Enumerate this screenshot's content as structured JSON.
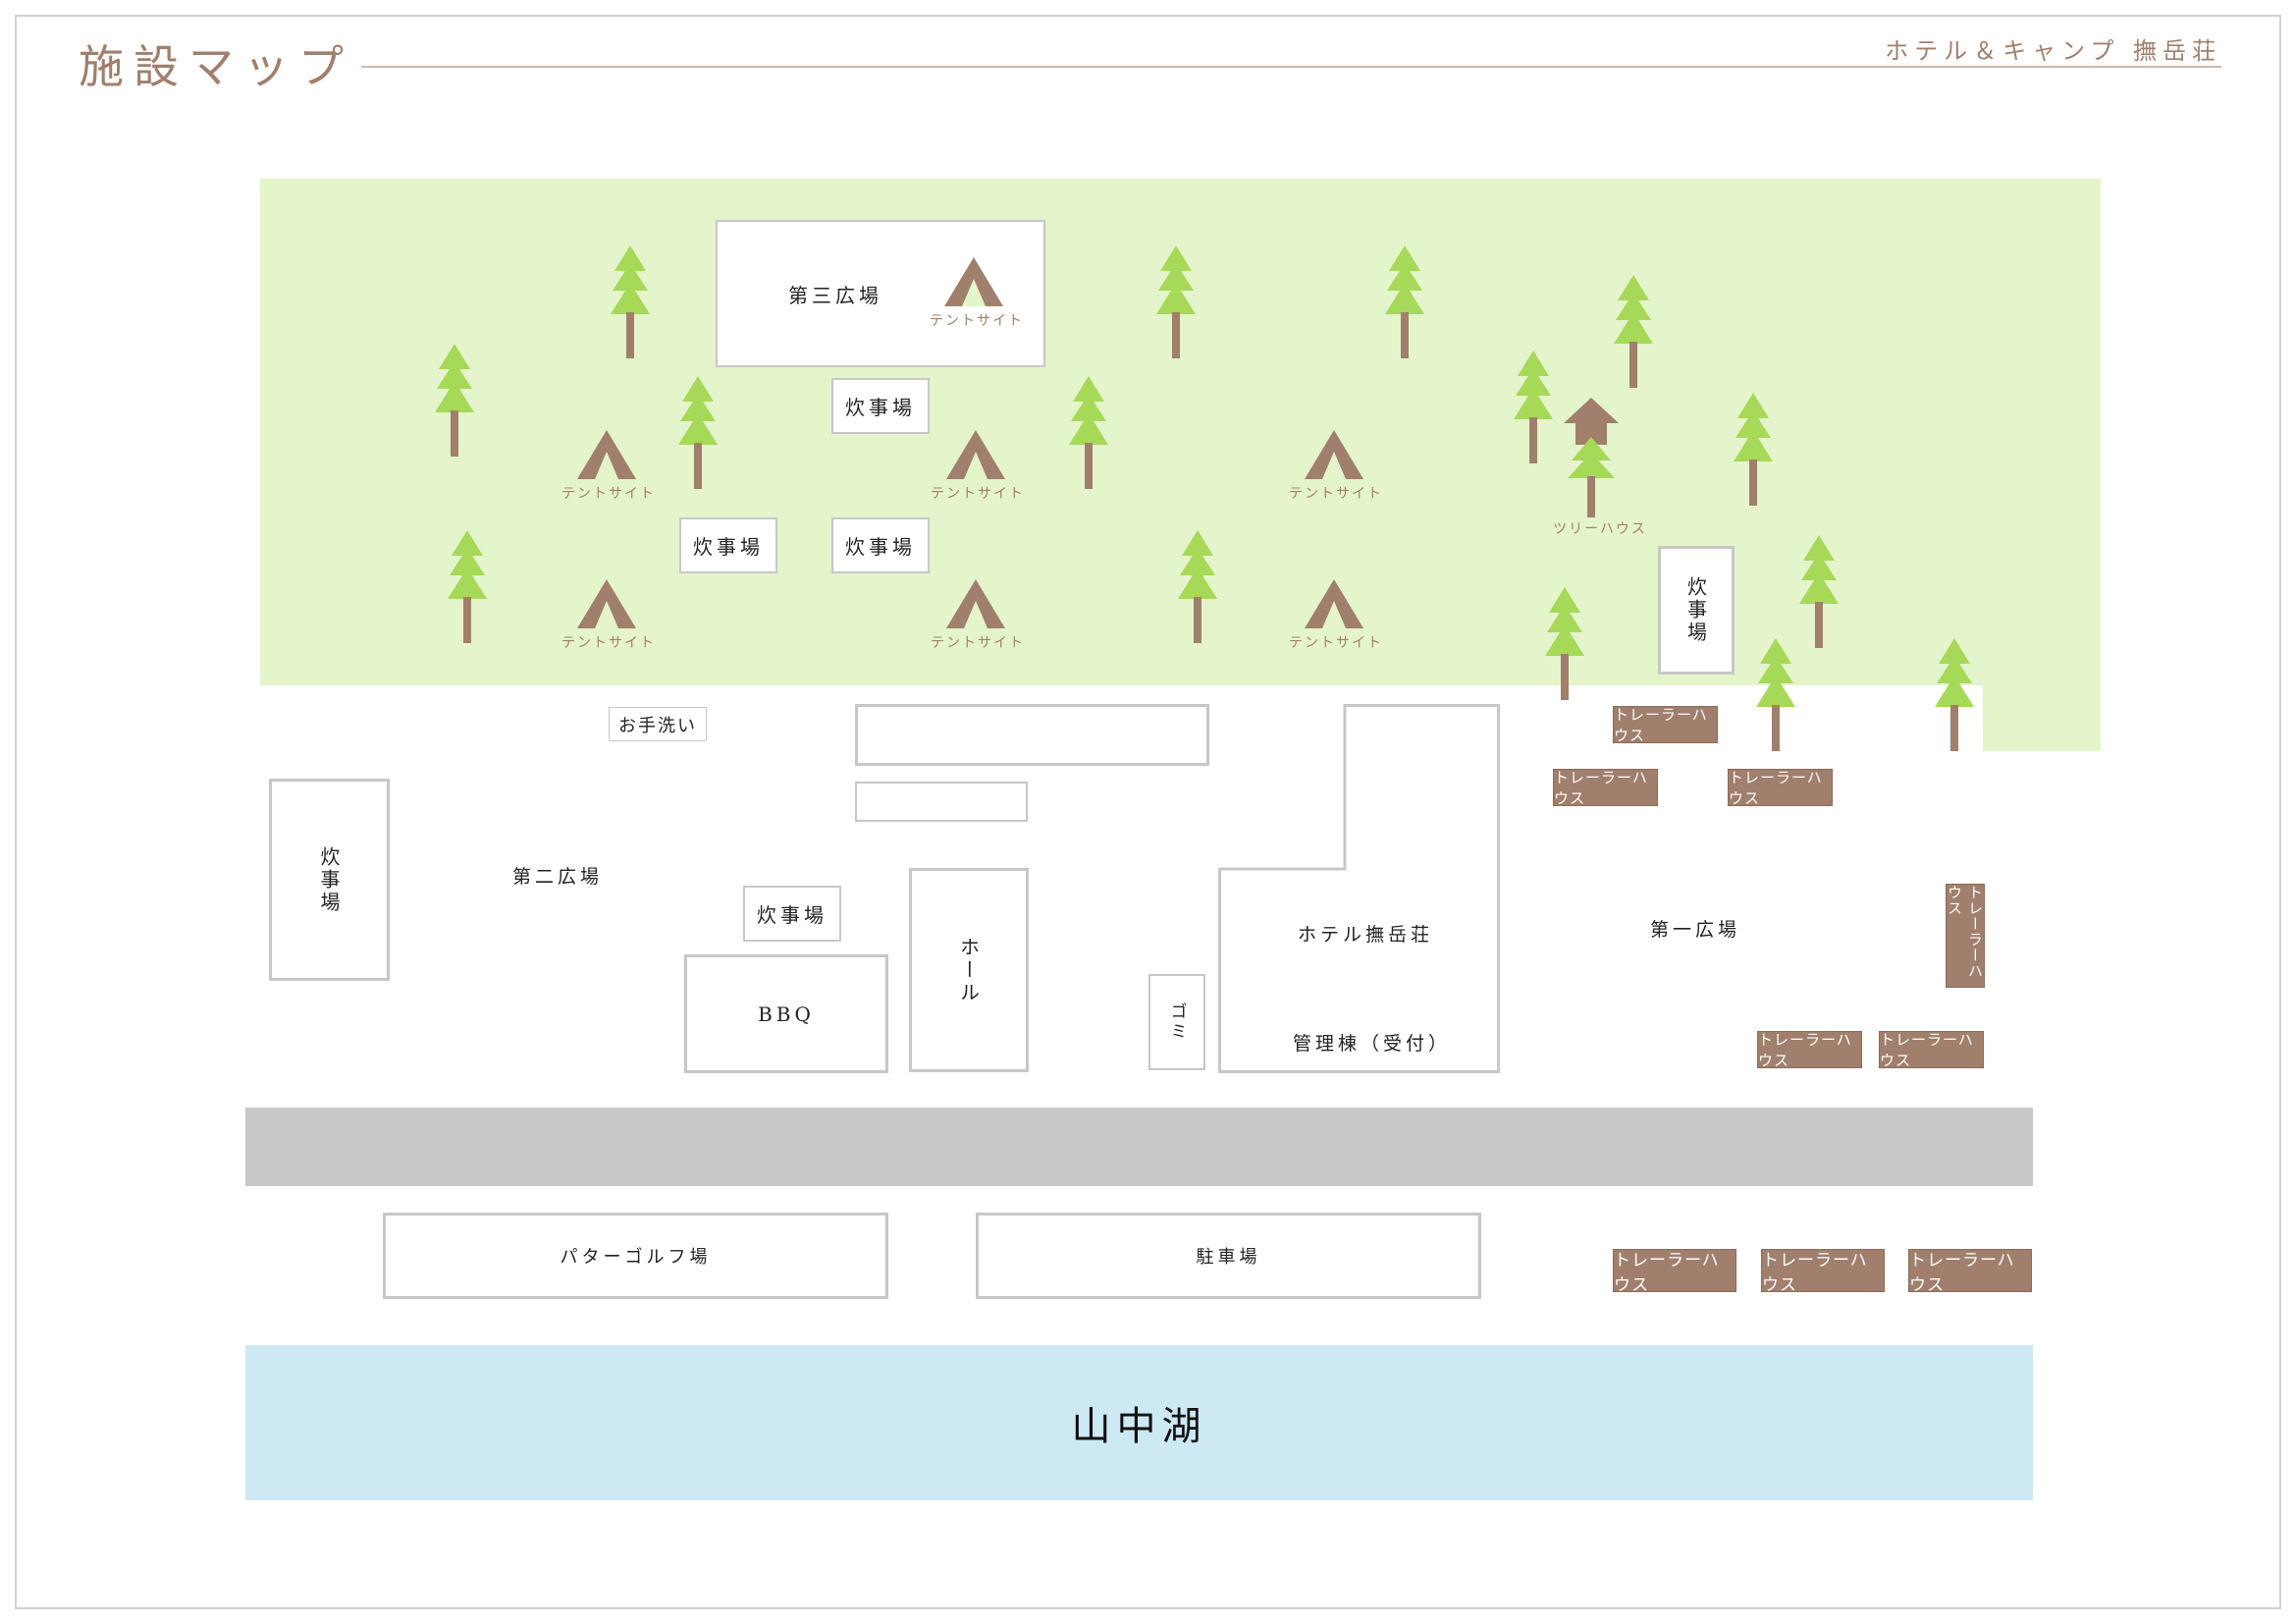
{
  "header": {
    "title": "施設マップ",
    "brand": "ホテル＆キャンプ 撫岳荘"
  },
  "lake": {
    "name": "山中湖"
  },
  "plazas": {
    "third": "第三広場",
    "second": "第二広場",
    "first": "第一広場"
  },
  "facilities": {
    "kitchen": "炊事場",
    "restroom": "お手洗い",
    "bbq": "BBQ",
    "hall": "ホール",
    "trash": "ゴミ",
    "hotel": "ホテル撫岳荘",
    "office": "管理棟（受付）",
    "putter_golf": "パターゴルフ場",
    "parking": "駐車場"
  },
  "labels": {
    "tent_site": "テントサイト",
    "tree_house": "ツリーハウス",
    "trailer_house": "トレーラーハウス"
  },
  "colors": {
    "forest": "#e4f4cb",
    "tree": "#a6d957",
    "trunk": "#a07f6c",
    "tent": "#a07f6c",
    "road": "#c9c9c9",
    "lake": "#cde9f3",
    "accent": "#a07f6c"
  }
}
